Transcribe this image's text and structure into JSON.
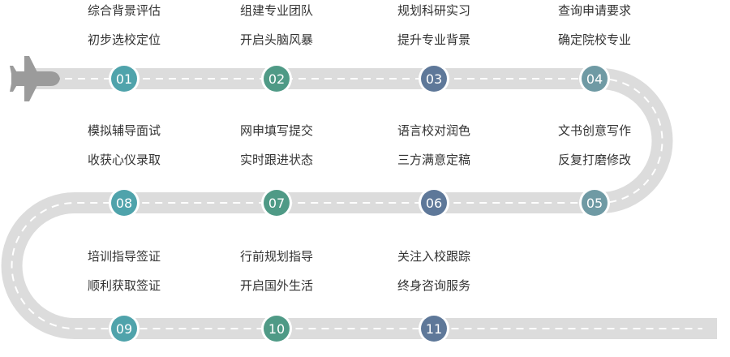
{
  "colors": {
    "road": "#dcdcdc",
    "dash": "#ffffff",
    "plane": "#9b9b9b",
    "text": "#333333",
    "badge_text": "#ffffff",
    "badge_ring": "#ffffff"
  },
  "icons": {
    "start": "airplane-icon",
    "end": "arrow-right-icon"
  },
  "steps": [
    {
      "number": "01",
      "color": "#4fa3ab",
      "lines": [
        "综合背景评估",
        "初步选校定位"
      ]
    },
    {
      "number": "02",
      "color": "#4f9a86",
      "lines": [
        "组建专业团队",
        "开启头脑风暴"
      ]
    },
    {
      "number": "03",
      "color": "#5e7899",
      "lines": [
        "规划科研实习",
        "提升专业背景"
      ]
    },
    {
      "number": "04",
      "color": "#6f9aa4",
      "lines": [
        "查询申请要求",
        "确定院校专业"
      ]
    },
    {
      "number": "05",
      "color": "#6f9aa4",
      "lines": [
        "文书创意写作",
        "反复打磨修改"
      ]
    },
    {
      "number": "06",
      "color": "#5e7899",
      "lines": [
        "语言校对润色",
        "三方满意定稿"
      ]
    },
    {
      "number": "07",
      "color": "#4f9a86",
      "lines": [
        "网申填写提交",
        "实时跟进状态"
      ]
    },
    {
      "number": "08",
      "color": "#4fa3ab",
      "lines": [
        "模拟辅导面试",
        "收获心仪录取"
      ]
    },
    {
      "number": "09",
      "color": "#4fa3ab",
      "lines": [
        "培训指导签证",
        "顺利获取签证"
      ]
    },
    {
      "number": "10",
      "color": "#4f9a86",
      "lines": [
        "行前规划指导",
        "开启国外生活"
      ]
    },
    {
      "number": "11",
      "color": "#5e7899",
      "lines": [
        "关注入校跟踪",
        "终身咨询服务"
      ]
    }
  ]
}
